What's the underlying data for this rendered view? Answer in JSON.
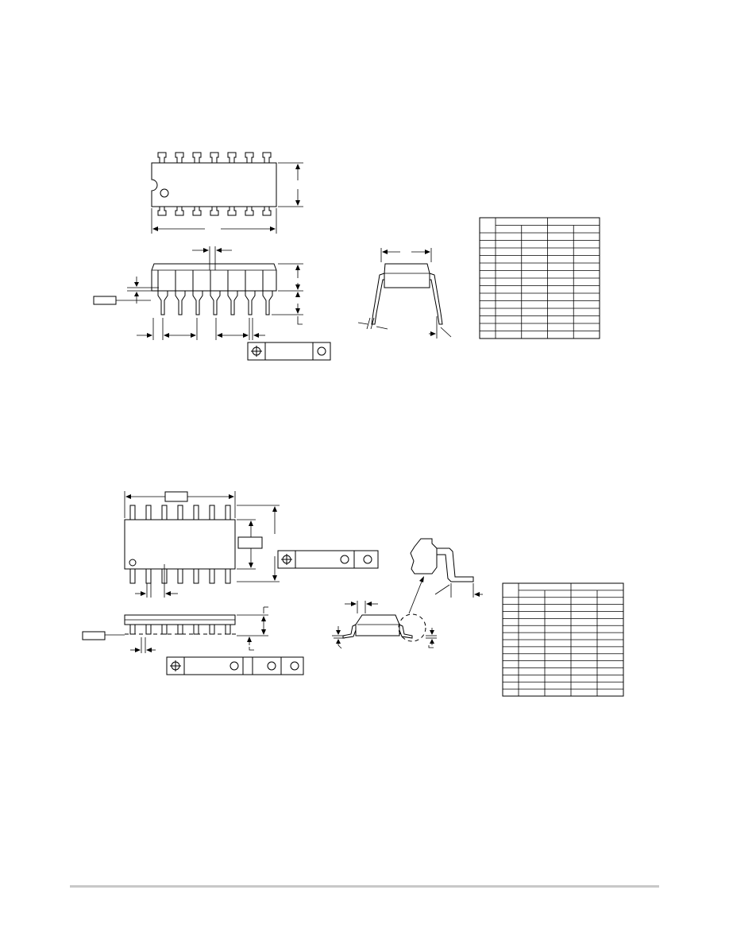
{
  "page": {
    "footer_rule_color": "#c8c8c8",
    "ink_color": "#000000"
  },
  "packages": [
    {
      "id": "dip-14",
      "pin_count": 14,
      "style": "through-hole"
    },
    {
      "id": "soic-14",
      "pin_count": 14,
      "style": "surface-mount"
    }
  ],
  "dimension_tables": [
    {
      "id": "dip-table",
      "rows": 14,
      "columns": 5
    },
    {
      "id": "soic-table",
      "rows": 14,
      "columns": 5
    }
  ],
  "icons": {
    "true_position": "crosshair-circle-icon",
    "datum_circle": "circle-icon"
  }
}
